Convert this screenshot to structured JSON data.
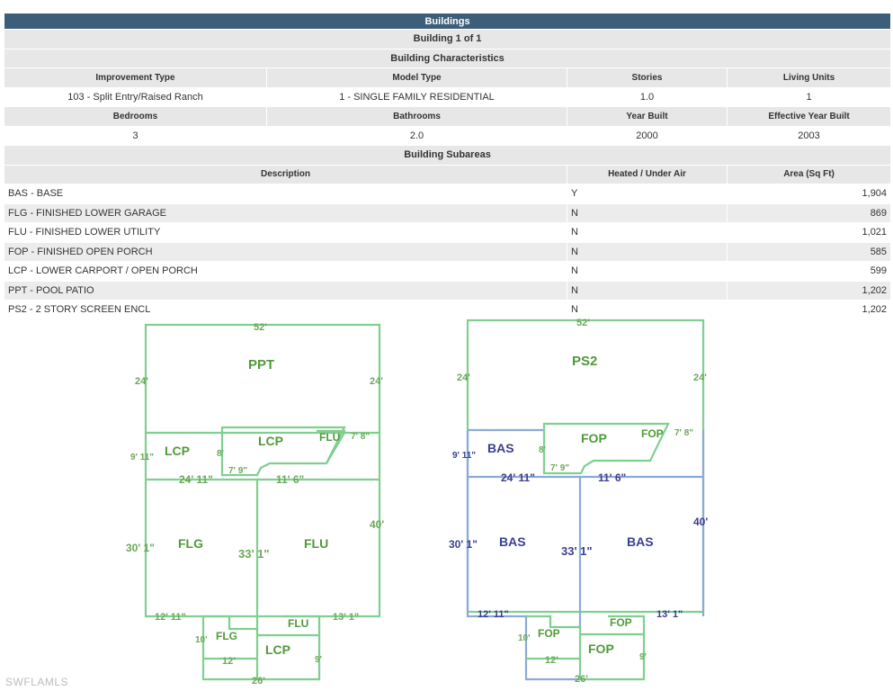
{
  "header": {
    "title": "Buildings"
  },
  "building": {
    "label": "Building 1 of 1"
  },
  "characteristics": {
    "title": "Building Characteristics",
    "labels_row1": [
      "Improvement Type",
      "Model Type",
      "Stories",
      "Living Units"
    ],
    "values_row1": [
      "103 - Split Entry/Raised Ranch",
      "1 - SINGLE FAMILY RESIDENTIAL",
      "1.0",
      "1"
    ],
    "labels_row2": [
      "Bedrooms",
      "Bathrooms",
      "Year Built",
      "Effective Year Built"
    ],
    "values_row2": [
      "3",
      "2.0",
      "2000",
      "2003"
    ]
  },
  "subareas": {
    "title": "Building Subareas",
    "columns": [
      "Description",
      "Heated / Under Air",
      "Area (Sq Ft)"
    ],
    "rows": [
      [
        "BAS - BASE",
        "Y",
        "1,904"
      ],
      [
        "FLG - FINISHED LOWER GARAGE",
        "N",
        "869"
      ],
      [
        "FLU - FINISHED LOWER UTILITY",
        "N",
        "1,021"
      ],
      [
        "FOP - FINISHED OPEN PORCH",
        "N",
        "585"
      ],
      [
        "LCP - LOWER CARPORT / OPEN PORCH",
        "N",
        "599"
      ],
      [
        "PPT - POOL PATIO",
        "N",
        "1,202"
      ],
      [
        "PS2 - 2 STORY SCREEN ENCL",
        "N",
        "1,202"
      ]
    ]
  },
  "sketch_left": {
    "areas": {
      "ppt": "PPT",
      "lcp_left": "LCP",
      "lcp_mid": "LCP",
      "flu_small": "FLU",
      "flg": "FLG",
      "flu": "FLU",
      "flg_small": "FLG",
      "flu_bottom": "FLU",
      "lcp_bottom": "LCP"
    },
    "dims": {
      "top": "52'",
      "left_top": "24'",
      "right_top": "24'",
      "left_mid": "9' 11\"",
      "eight": "8'",
      "seven_eight": "7' 8\"",
      "seven_nine": "7' 9\"",
      "left_horiz": "24' 11\"",
      "mid_horiz": "11' 6\"",
      "left_low": "30' 1\"",
      "center": "33' 1\"",
      "right_low": "40'",
      "bottom_left": "12' 11\"",
      "bottom_right": "13' 1\"",
      "ten": "10'",
      "twelve": "12'",
      "nine": "9'",
      "bottom": "26'"
    }
  },
  "sketch_right": {
    "areas": {
      "ps2": "PS2",
      "bas_left": "BAS",
      "fop_mid": "FOP",
      "fop_small": "FOP",
      "bas_low_left": "BAS",
      "bas_low_right": "BAS",
      "fop_small_left": "FOP",
      "fop_small_right": "FOP",
      "fop_bottom": "FOP"
    },
    "dims": {
      "top": "52'",
      "left_top": "24'",
      "right_top": "24'",
      "left_mid": "9' 11\"",
      "eight": "8'",
      "seven_eight": "7' 8\"",
      "seven_nine": "7' 9\"",
      "left_horiz": "24' 11\"",
      "mid_horiz": "11' 6\"",
      "left_low": "30' 1\"",
      "center": "33' 1\"",
      "right_low": "40'",
      "bottom_left": "12' 11\"",
      "bottom_right": "13' 1\"",
      "ten": "10'",
      "twelve": "12'",
      "nine": "9'",
      "bottom": "26'"
    }
  },
  "watermark": "SWFLAMLS",
  "colors": {
    "header_bg": "#3d5e79",
    "green": "#7fcf8f",
    "green_text": "#4f9a3a",
    "blue": "#8aaad8",
    "blue_text": "#3a3f8f"
  }
}
